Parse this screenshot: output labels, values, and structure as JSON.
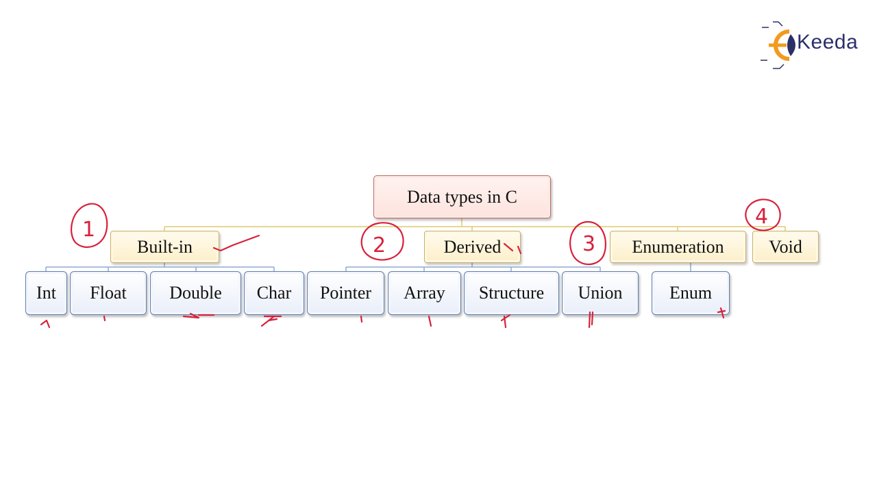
{
  "logo": {
    "text": "Keeda"
  },
  "diagram": {
    "root": "Data types in C",
    "categories": [
      {
        "label": "Built-in"
      },
      {
        "label": "Derived"
      },
      {
        "label": "Enumeration"
      },
      {
        "label": "Void"
      }
    ],
    "leaves": [
      {
        "label": "Int"
      },
      {
        "label": "Float"
      },
      {
        "label": "Double"
      },
      {
        "label": "Char"
      },
      {
        "label": "Pointer"
      },
      {
        "label": "Array"
      },
      {
        "label": "Structure"
      },
      {
        "label": "Union"
      },
      {
        "label": "Enum"
      }
    ]
  },
  "annotations": {
    "circled_numbers": [
      "1",
      "2",
      "3",
      "4"
    ]
  },
  "colors": {
    "ink": "#d8203a",
    "root_border": "#c06b5f",
    "category_border": "#c9b067",
    "leaf_border": "#5f7fae",
    "logo_text": "#2b2f68",
    "logo_orange": "#f29a1f"
  }
}
